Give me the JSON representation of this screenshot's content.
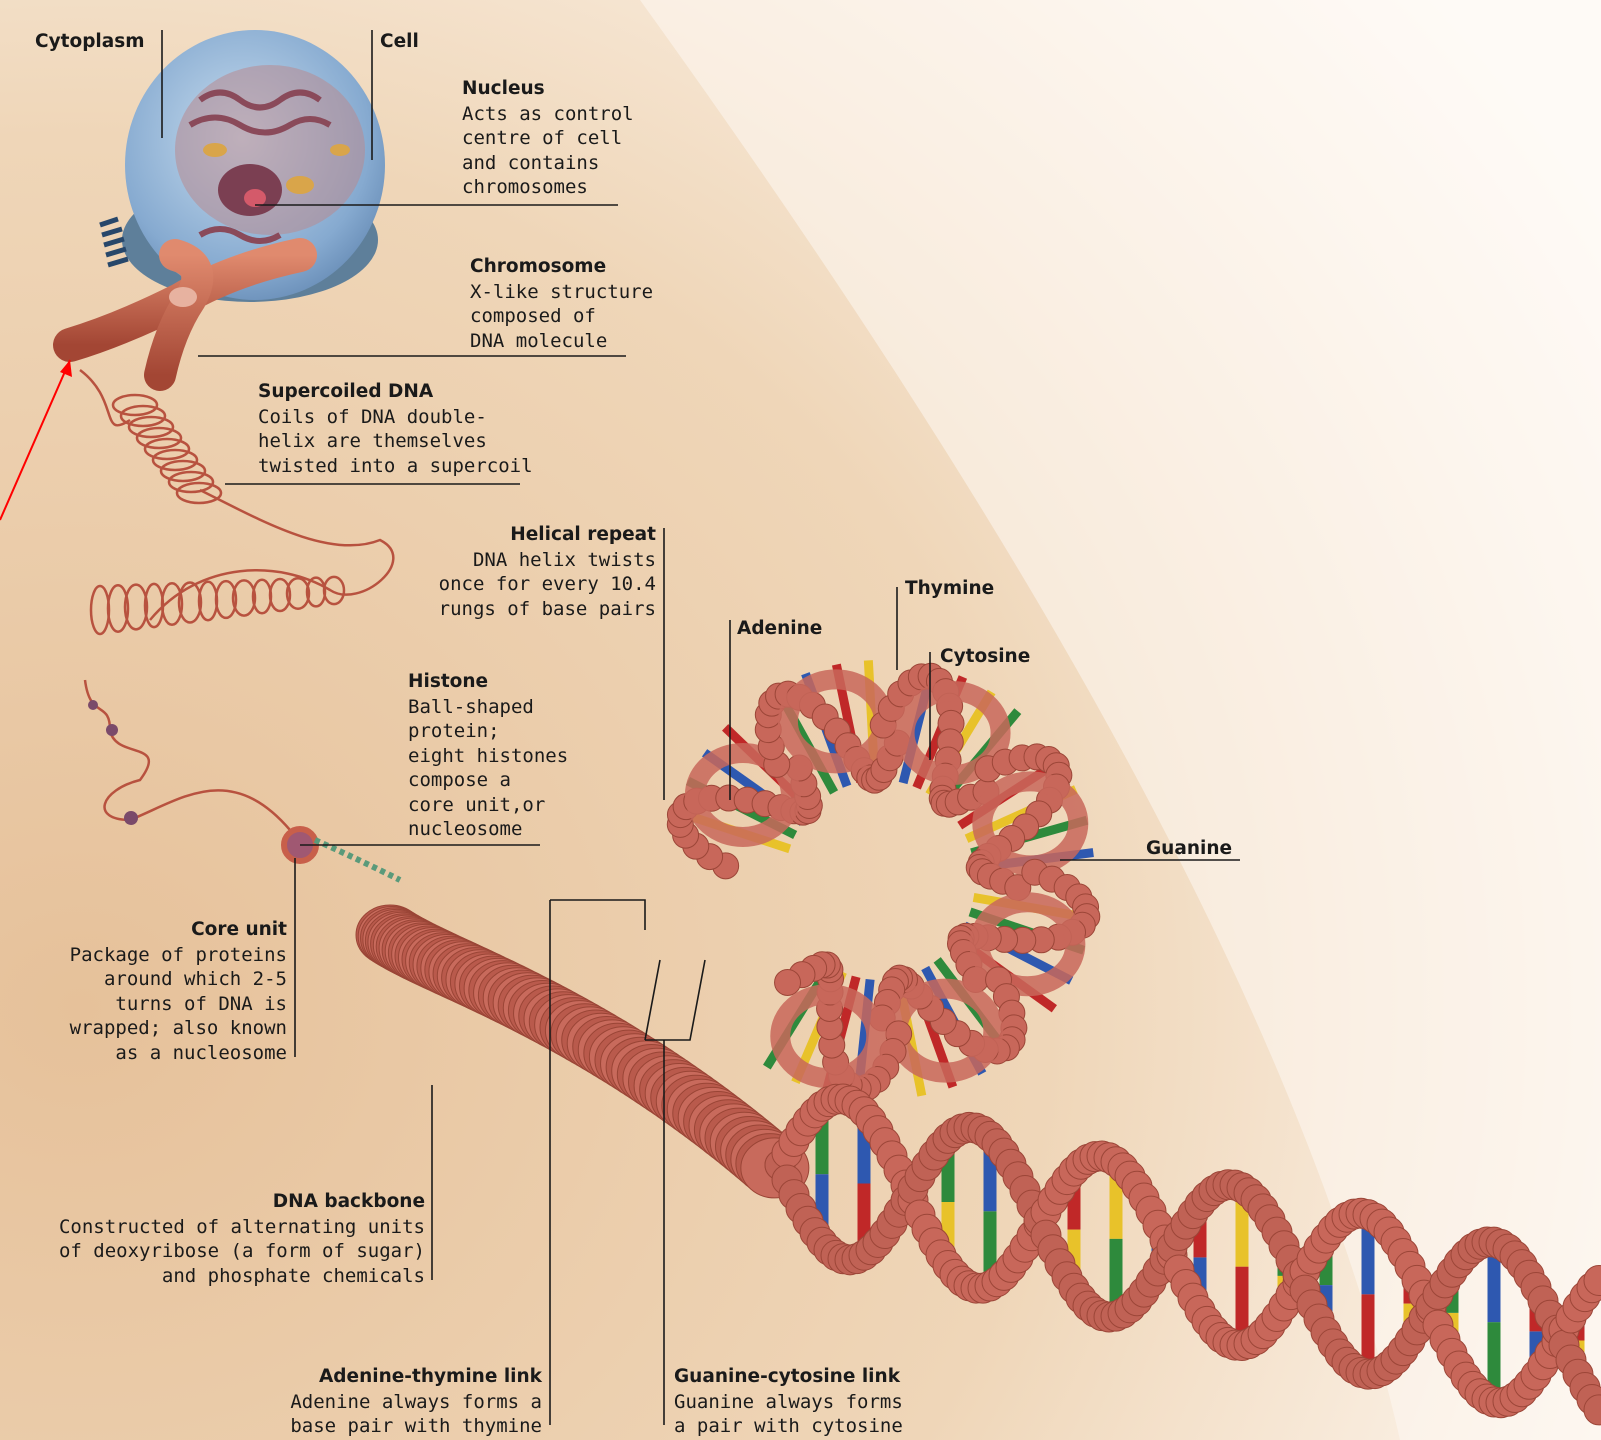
{
  "labels": {
    "cytoplasm": {
      "title": "Cytoplasm"
    },
    "cell": {
      "title": "Cell"
    },
    "nucleus": {
      "title": "Nucleus",
      "lines": [
        "Acts as control",
        "centre of cell",
        "and contains",
        "chromosomes"
      ]
    },
    "chromosome": {
      "title": "Chromosome",
      "lines": [
        "X-like structure",
        "composed of",
        "DNA molecule"
      ]
    },
    "supercoiled": {
      "title": "Supercoiled DNA",
      "lines": [
        "Coils of DNA double-",
        "helix are themselves",
        "twisted into a supercoil"
      ]
    },
    "helical": {
      "title": "Helical repeat",
      "lines": [
        "DNA helix twists",
        "once for every 10.4",
        "rungs of base pairs"
      ]
    },
    "thymine": {
      "title": "Thymine"
    },
    "adenine": {
      "title": "Adenine"
    },
    "cytosine": {
      "title": "Cytosine"
    },
    "histone": {
      "title": "Histone",
      "lines": [
        "Ball-shaped",
        "protein;",
        "eight histones",
        "compose a",
        "core unit,or",
        "nucleosome"
      ]
    },
    "guanine": {
      "title": "Guanine"
    },
    "core": {
      "title": "Core unit",
      "lines": [
        "Package of proteins",
        "around which 2-5",
        "turns of DNA is",
        "wrapped; also known",
        "as a nucleosome"
      ]
    },
    "backbone": {
      "title": "DNA backbone",
      "lines": [
        "Constructed of alternating units",
        "of deoxyribose (a form of sugar)",
        "and phosphate chemicals"
      ]
    },
    "at_link": {
      "title": "Adenine-thymine link",
      "lines": [
        "Adenine always forms a",
        "base pair with thymine"
      ]
    },
    "gc_link": {
      "title": "Guanine-cytosine link",
      "lines": [
        "Guanine always forms",
        "a pair with cytosine"
      ]
    }
  },
  "colors": {
    "background_warm": "#e9c9a6",
    "background_light": "#fdf8f2",
    "dna_backbone": "#c8675a",
    "adenine": "#e8c22a",
    "thymine": "#2e8a3c",
    "cytosine": "#2e58b0",
    "guanine": "#c02828",
    "cell_blue": "#8fb4d6",
    "chromosome": "#c85f4a",
    "arrow": "#ff0000"
  }
}
